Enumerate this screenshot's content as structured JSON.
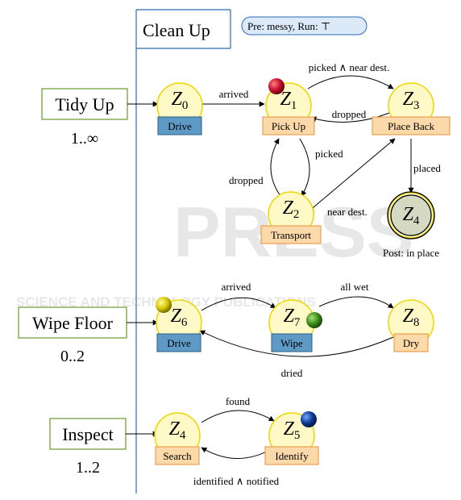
{
  "frame": {
    "title": "Clean Up",
    "precondition": "Pre: messy, Run: ⊤"
  },
  "watermark": {
    "text": "PRESS",
    "subtext": "SCIENCE AND TECHNOLOGY PUBLICATIONS"
  },
  "tasks": [
    {
      "label": "Tidy Up",
      "multiplicity": "1..∞"
    },
    {
      "label": "Wipe Floor",
      "multiplicity": "0..2"
    },
    {
      "label": "Inspect",
      "multiplicity": "1..2"
    }
  ],
  "states": {
    "z0": {
      "var": "Z",
      "sub": "0",
      "action": "Drive"
    },
    "z1": {
      "var": "Z",
      "sub": "1",
      "action": "Pick Up"
    },
    "z2": {
      "var": "Z",
      "sub": "2",
      "action": "Transport"
    },
    "z3": {
      "var": "Z",
      "sub": "3",
      "action": "Place Back"
    },
    "z4a": {
      "var": "Z",
      "sub": "4",
      "action": "",
      "post": "Post: in place"
    },
    "z6": {
      "var": "Z",
      "sub": "6",
      "action": "Drive"
    },
    "z7": {
      "var": "Z",
      "sub": "7",
      "action": "Wipe"
    },
    "z8": {
      "var": "Z",
      "sub": "8",
      "action": "Dry"
    },
    "z4b": {
      "var": "Z",
      "sub": "4",
      "action": "Search"
    },
    "z5": {
      "var": "Z",
      "sub": "5",
      "action": "Identify"
    }
  },
  "transitions": {
    "arrived1": "arrived",
    "picked_near": "picked ∧ near dest.",
    "dropped_top": "dropped",
    "picked_down": "picked",
    "dropped_up": "dropped",
    "near_dest": "near dest.",
    "placed": "placed",
    "arrived2": "arrived",
    "all_wet": "all wet",
    "dried": "dried",
    "found": "found",
    "identified": "identified ∧ notified"
  },
  "colors": {
    "state_fill": "#fff9c8",
    "state_stroke": "#eed600",
    "frame_stroke": "#2a6db5",
    "task_stroke": "#6a9a2c",
    "action_blue": "#5d9ac6",
    "action_orange": "#fcd9a8",
    "action_orange_stroke": "#e8913a",
    "token_red": "#c8102e",
    "token_yellow": "#d8c800",
    "token_green": "#3f8d1c",
    "token_blue": "#0b3d91"
  }
}
